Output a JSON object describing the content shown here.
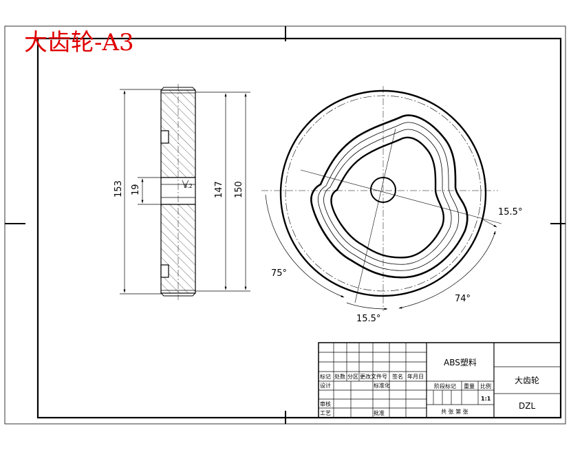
{
  "drawing_title": "大齿轮-A3",
  "dimensions": {
    "side_153": "153",
    "side_19": "19",
    "side_147": "147",
    "side_150": "150",
    "ref_mark": "3.2",
    "angle_right": "15.5°",
    "angle_left": "75°",
    "angle_bottom_right": "74°",
    "angle_bottom": "15.5°"
  },
  "title_block": {
    "material": "ABS塑料",
    "part_name": "大齿轮",
    "part_code": "DZL",
    "scale": "1:1",
    "headers": {
      "mark": "标记",
      "count": "处数",
      "zone": "分区",
      "change_doc": "更改文件号",
      "signature": "签名",
      "date": "年月日",
      "design": "设计",
      "standardize": "标准化",
      "stage_mark": "阶段标记",
      "weight": "重量",
      "ratio": "比例",
      "review": "审核",
      "process": "工艺",
      "approve": "批准",
      "sheets": "共 张 第 张"
    }
  }
}
